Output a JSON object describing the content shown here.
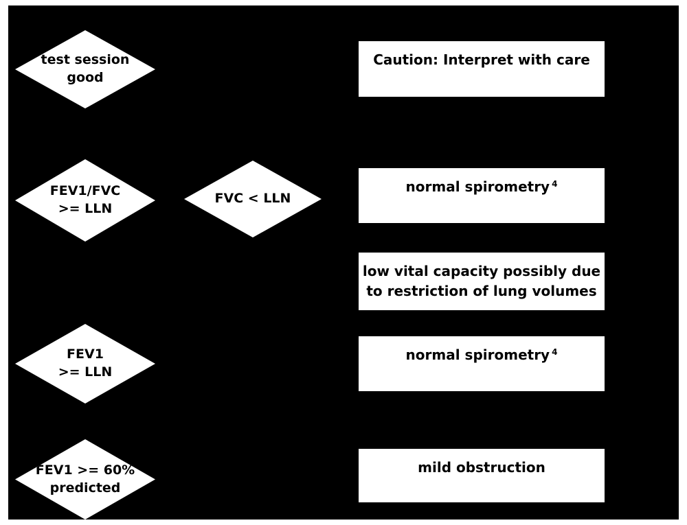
{
  "diagram": {
    "type": "flowchart",
    "colors": {
      "background": "#000000",
      "node_fill": "#ffffff",
      "node_text": "#000000"
    },
    "decisions": {
      "test_session": {
        "line1": "test session",
        "line2": "good"
      },
      "fev1_fvc": {
        "line1": "FEV1/FVC",
        "line2": ">= LLN"
      },
      "fvc_lln": {
        "line1": "FVC < LLN"
      },
      "fev1_lln": {
        "line1": "FEV1",
        "line2": ">= LLN"
      },
      "fev1_60_predicted": {
        "line1": "FEV1 >= 60%",
        "line2": "predicted"
      }
    },
    "outcomes": {
      "caution": {
        "text": "Caution: Interpret with care"
      },
      "normal_spirometry_1": {
        "text": "normal spirometry",
        "sup": "4"
      },
      "low_vital_capacity": {
        "line1": "low vital capacity possibly due",
        "line2": "to restriction of lung volumes"
      },
      "normal_spirometry_2": {
        "text": "normal spirometry",
        "sup": "4"
      },
      "mild_obstruction": {
        "text": "mild obstruction"
      }
    }
  }
}
